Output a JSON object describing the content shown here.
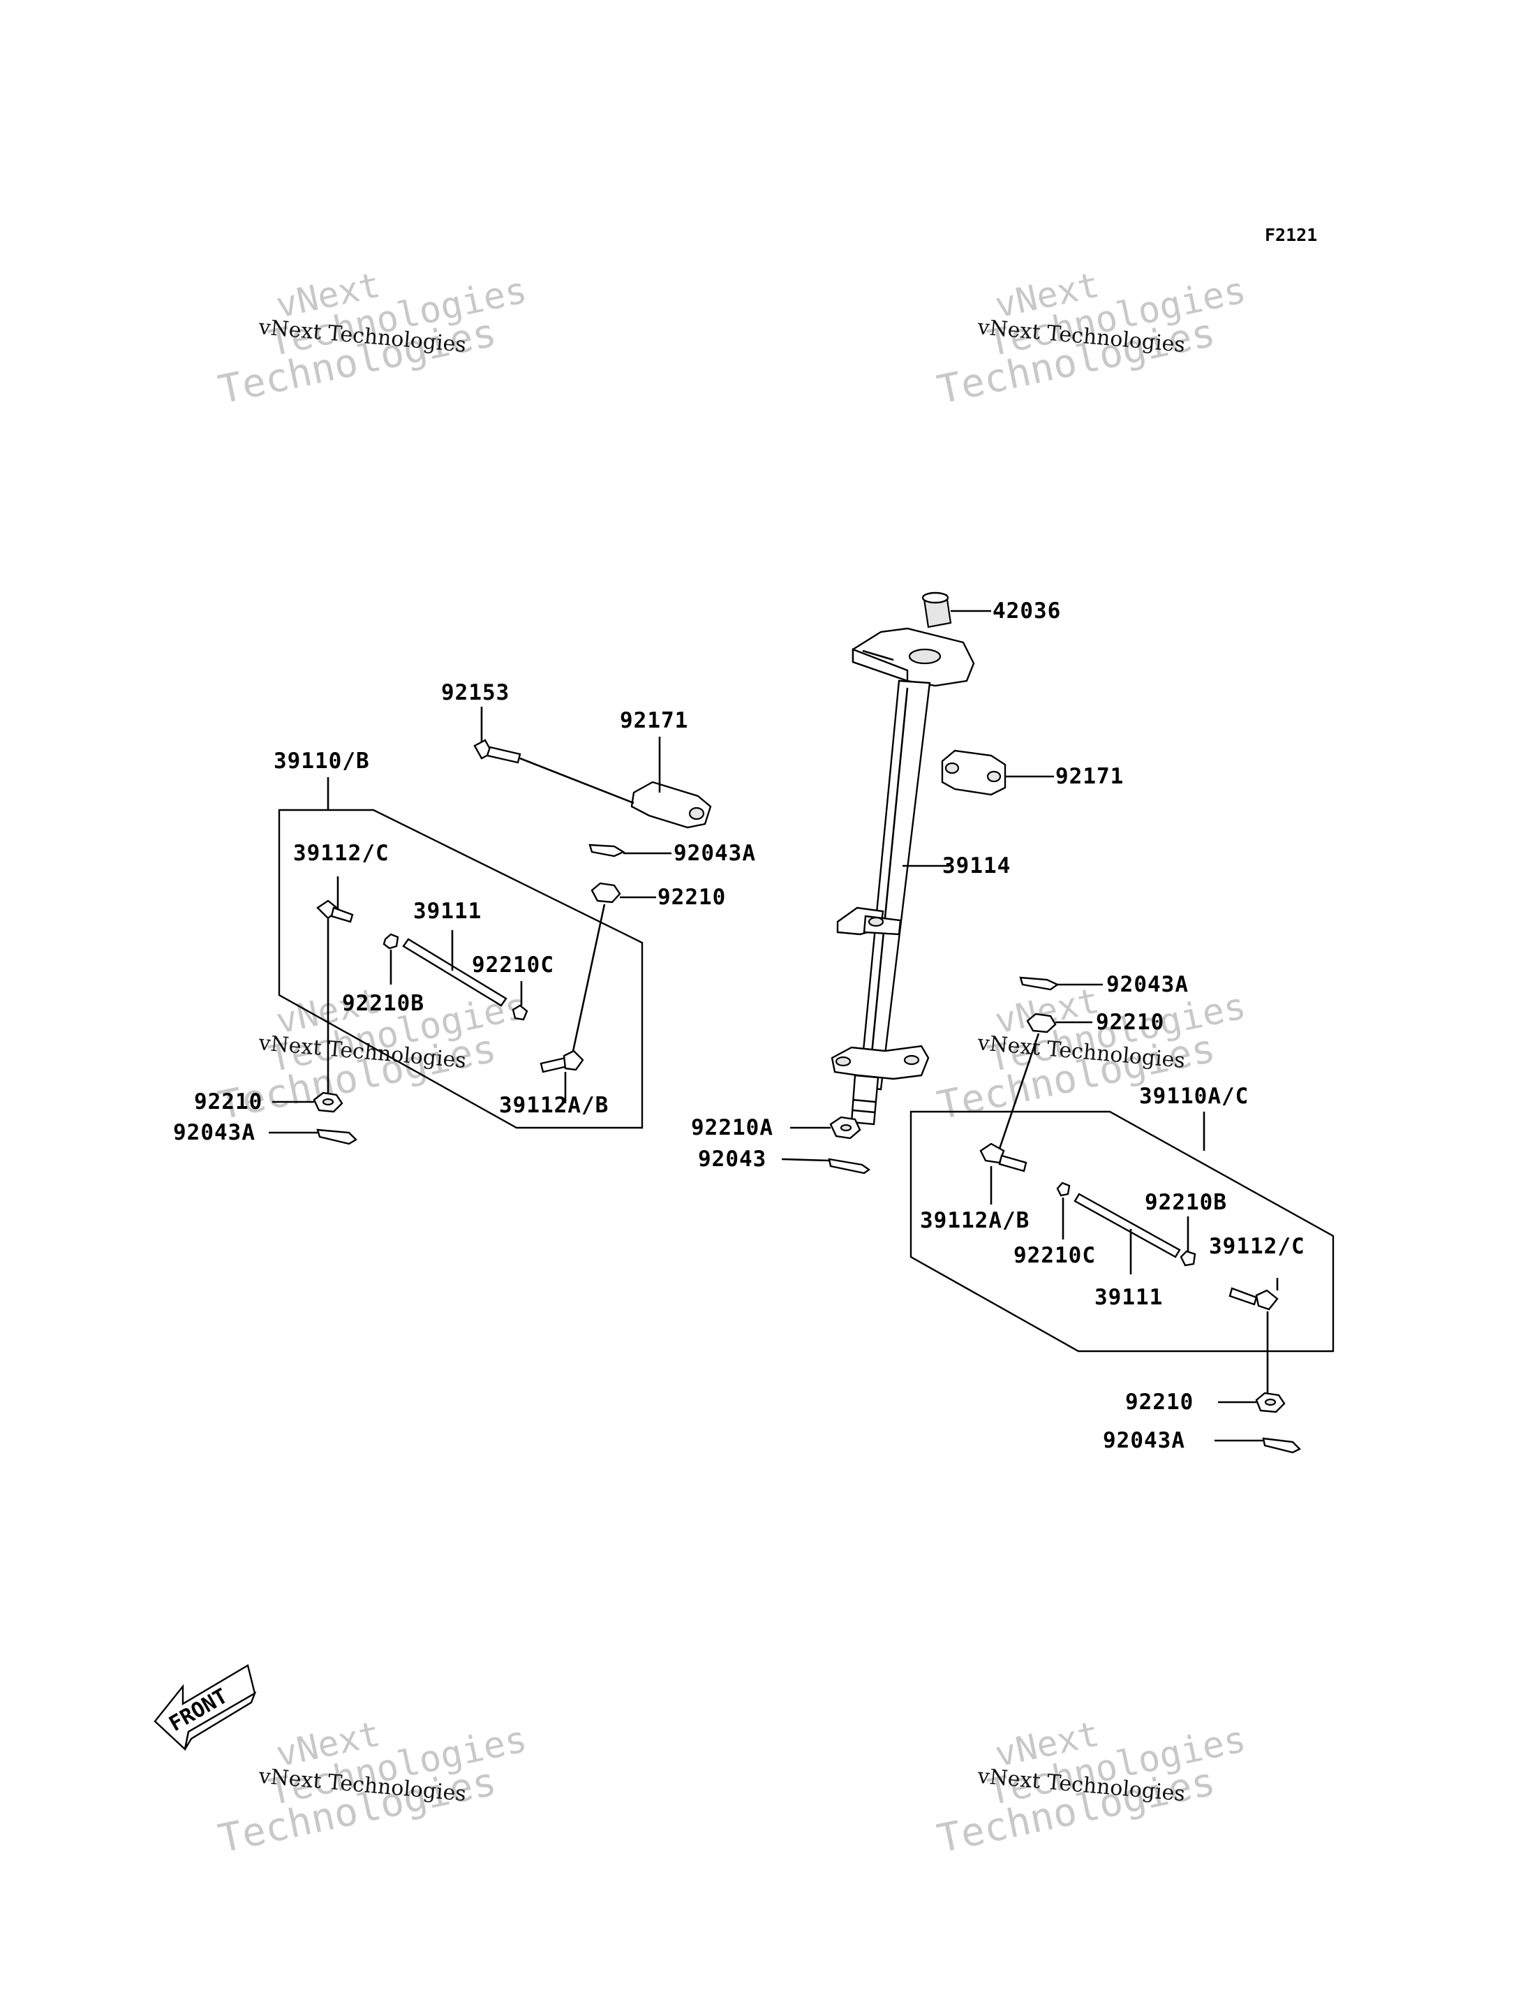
{
  "figure_code": "F2121",
  "watermark": {
    "line1": "vNext",
    "line2": "vNext Technologies",
    "line3": "Technologies"
  },
  "front_label": "FRONT",
  "labels": {
    "p42036": "42036",
    "p92153": "92153",
    "p92171_top": "92171",
    "p92171_right": "92171",
    "p39110B": "39110/B",
    "p39112C_left": "39112/C",
    "p92043A_left_top": "92043A",
    "p92210_left_top": "92210",
    "p39111_left": "39111",
    "p92210C_left": "92210C",
    "p92210B_left": "92210B",
    "p39114": "39114",
    "p92210_left_bot": "92210",
    "p92043A_left_bot": "92043A",
    "p39112AB_left": "39112A/B",
    "p92043A_right_top": "92043A",
    "p92210_right_top": "92210",
    "p39110AC": "39110A/C",
    "p92210A": "92210A",
    "p92043": "92043",
    "p39112AB_right": "39112A/B",
    "p92210B_right": "92210B",
    "p92210C_right": "92210C",
    "p39112C_right": "39112/C",
    "p39111_right": "39111",
    "p92210_right_bot": "92210",
    "p92043A_right_bot": "92043A"
  }
}
